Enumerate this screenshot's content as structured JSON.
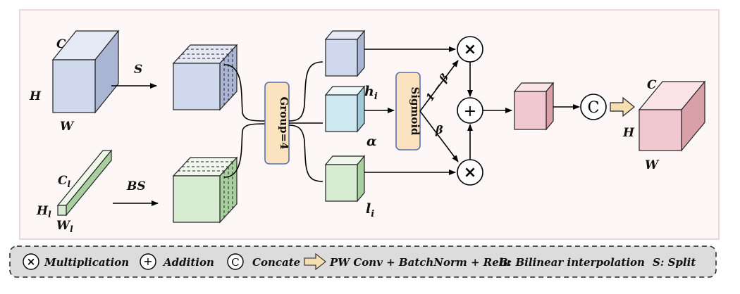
{
  "labels": {
    "c_top": "C",
    "h_top": "H",
    "w_top": "W",
    "s": "S",
    "c_l": "C",
    "c_l_sub": "l",
    "h_l": "H",
    "h_l_sub": "l",
    "w_l": "W",
    "w_l_sub": "l",
    "bs": "BS",
    "group": "Group=4",
    "h_i": "h",
    "h_i_sub": "i",
    "alpha": "α",
    "l_i": "l",
    "l_i_sub": "i",
    "sigmoid": "Sigmoid",
    "one_minus_beta": "1 − β",
    "beta": "β",
    "mult_symbol": "×",
    "add_symbol": "+",
    "concat_symbol": "C",
    "c_out": "C",
    "h_out": "H",
    "w_out": "W"
  },
  "legend": {
    "multiplication": "Multiplication",
    "addition": "Addition",
    "concate": "Concate",
    "pw_conv": "PW Conv + BatchNorm + Relu",
    "b_prefix": "B",
    "b_text": ": Bilinear interpolation",
    "s_prefix": "S",
    "s_text": ": Split"
  },
  "colors": {
    "blue": "#cfd8ec",
    "green": "#d8ecd2",
    "cyan": "#cde8f0",
    "pink": "#f1c8cf",
    "sigmoid_fill": "#fbe3bf",
    "panel_border": "#eac9cc",
    "arrow_fill": "#f5deb0"
  }
}
